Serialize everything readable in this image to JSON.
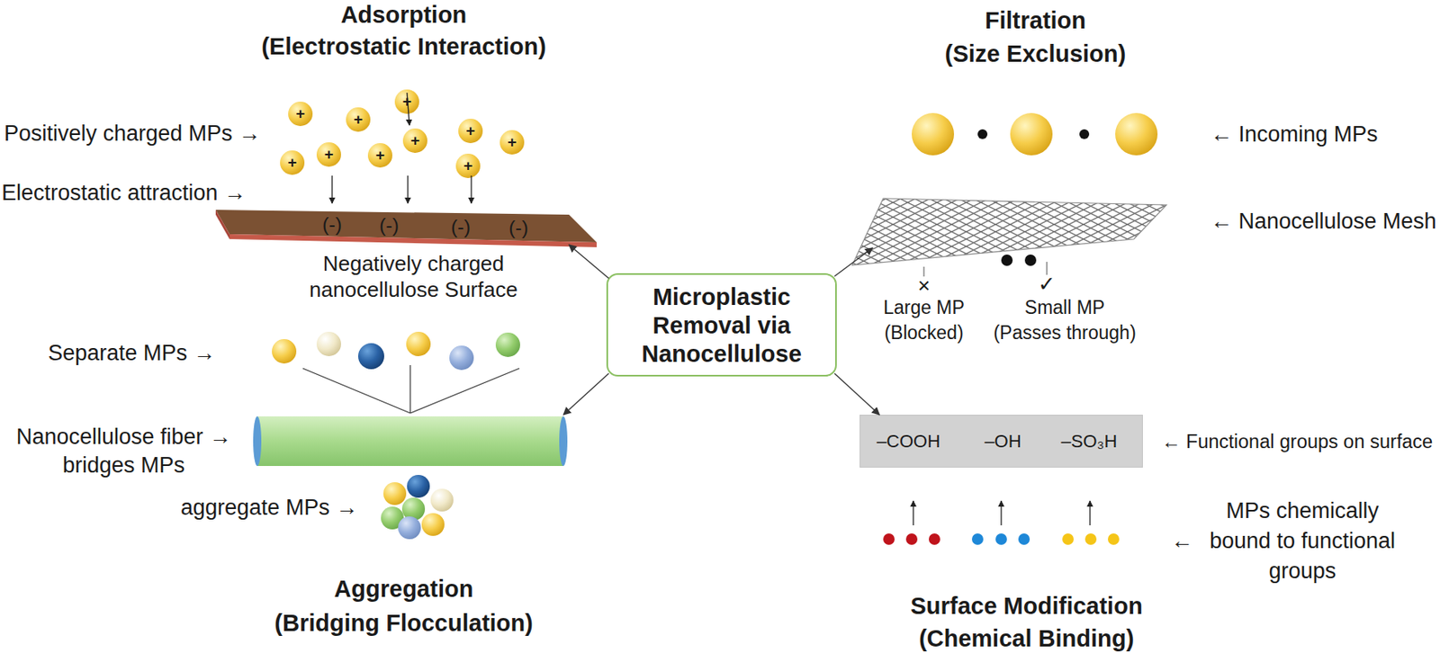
{
  "diagram": {
    "nodes": [
      {
        "text": [
          "(-)",
          "(-)",
          "(-)",
          "(-)",
          "Negatively charged nanocellulose Surface"
        ]
      },
      {
        "text": [
          "← Nanocellulose Mesh"
        ]
      },
      {
        "text": [
          "Microplastic Removal via Nanocellulose"
        ]
      },
      {
        "text": [
          "Nanocellulose fiber → bridges MPs"
        ]
      },
      {
        "text": [
          "–COOH",
          "–OH",
          "–SO₃H"
        ]
      }
    ],
    "edges": [
      {
        "from": 2,
        "to": 0,
        "arrow": "to"
      },
      {
        "from": 2,
        "to": 1,
        "arrow": "to"
      },
      {
        "from": 2,
        "to": 3,
        "arrow": "to"
      },
      {
        "from": 2,
        "to": 4,
        "arrow": "to"
      }
    ],
    "labels": [
      "Adsorption",
      "(Electrostatic Interaction)",
      "Filtration",
      "(Size Exclusion)",
      "Positively charged MPs →",
      "+",
      "+",
      "+",
      "+",
      "+",
      "+",
      "+",
      "+",
      "+",
      "+",
      "Electrostatic attraction →",
      "← Incoming MPs",
      "×",
      "✓",
      "Large MP (Blocked)",
      "Small MP (Passes through)",
      "Separate MPs →",
      "aggregate MPs →",
      "Aggregation",
      "(Bridging Flocculation)",
      "← Functional groups on surface",
      "←",
      "MPs chemically bound to functional groups",
      "Surface Modification",
      "(Chemical Binding)"
    ]
  }
}
